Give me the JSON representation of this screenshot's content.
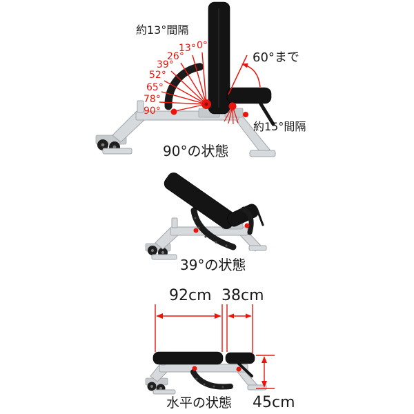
{
  "colors": {
    "annotation_red": "#e8150c",
    "text_dark": "#1a1a1a",
    "pad_black": "#141414",
    "frame_silver": "#d7dadd",
    "frame_edge": "#9fa5aa",
    "arc_black": "#1b1b1b"
  },
  "s90": {
    "back_interval_label": "約13°間隔",
    "angle_labels": [
      "0°",
      "13°",
      "26°",
      "39°",
      "52°",
      "65°",
      "78°",
      "90°"
    ],
    "seat_max_label": "60°まで",
    "seat_interval_label": "約15°間隔",
    "caption": "90°の状態"
  },
  "s39": {
    "caption": "39°の状態"
  },
  "flat": {
    "back_length_label": "92cm",
    "seat_length_label": "38cm",
    "height_label": "45cm",
    "caption": "水平の状態"
  }
}
